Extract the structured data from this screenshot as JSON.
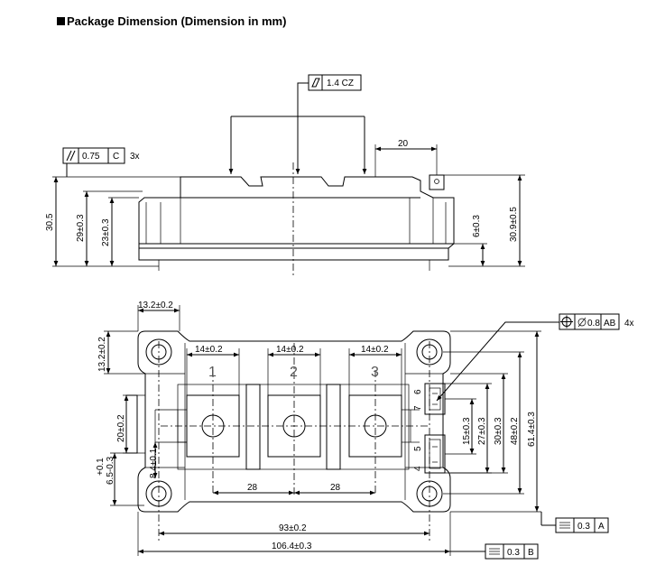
{
  "heading": "Package Dimension (Dimension in mm)",
  "side_view": {
    "flatness_callout": "1.4 CZ",
    "parallel_callout": {
      "value": "0.75",
      "datum": "C",
      "count": "3x"
    },
    "dims": {
      "width_20": "20",
      "h_30_5": "30.5",
      "h_29": "29±0.3",
      "h_23": "23±0.3",
      "h_6": "6±0.3",
      "h_30_9": "30.9±0.5"
    }
  },
  "top_view": {
    "dims": {
      "d_13_2_h": "13.2±0.2",
      "d_13_2_v": "13.2±0.2",
      "t1_w": "14±0.2",
      "t2_w": "14±0.2",
      "t3_w": "14±0.2",
      "d_20": "20±0.2",
      "tol_plus": "+0.1",
      "tol_main": "6.5-0.3",
      "d_8_4": "8.4±0.1",
      "pitch_a": "28",
      "pitch_b": "28",
      "d_15": "15±0.3",
      "d_27": "27±0.3",
      "d_30": "30±0.3",
      "d_48": "48±0.2",
      "d_61_4": "61.4±0.3",
      "d_93": "93±0.2",
      "d_106_4": "106.4±0.3"
    },
    "terminal_labels": [
      "1",
      "2",
      "3"
    ],
    "pin_labels": [
      "6",
      "7",
      "5",
      "4"
    ],
    "position_callout": {
      "value": "0.8",
      "datum": "AB",
      "count": "4x"
    },
    "datum_a": {
      "value": "0.3",
      "datum": "A"
    },
    "datum_b": {
      "value": "0.3",
      "datum": "B"
    }
  }
}
